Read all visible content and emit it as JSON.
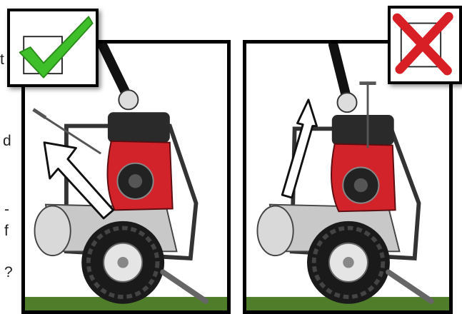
{
  "left_margin_fragments": [
    "t",
    "d",
    "-",
    "f",
    "?"
  ],
  "panels": [
    {
      "verdict": "correct",
      "badge_icon": "checkmark-icon",
      "arrow_direction": "diagonal-left"
    },
    {
      "verdict": "incorrect",
      "badge_icon": "cross-icon",
      "arrow_direction": "vertical-up"
    }
  ],
  "colors": {
    "check": "#3fbf2a",
    "cross": "#d81f26",
    "engine": "#d2232a",
    "ground": "#4f7d2a",
    "frame": "#000000"
  }
}
